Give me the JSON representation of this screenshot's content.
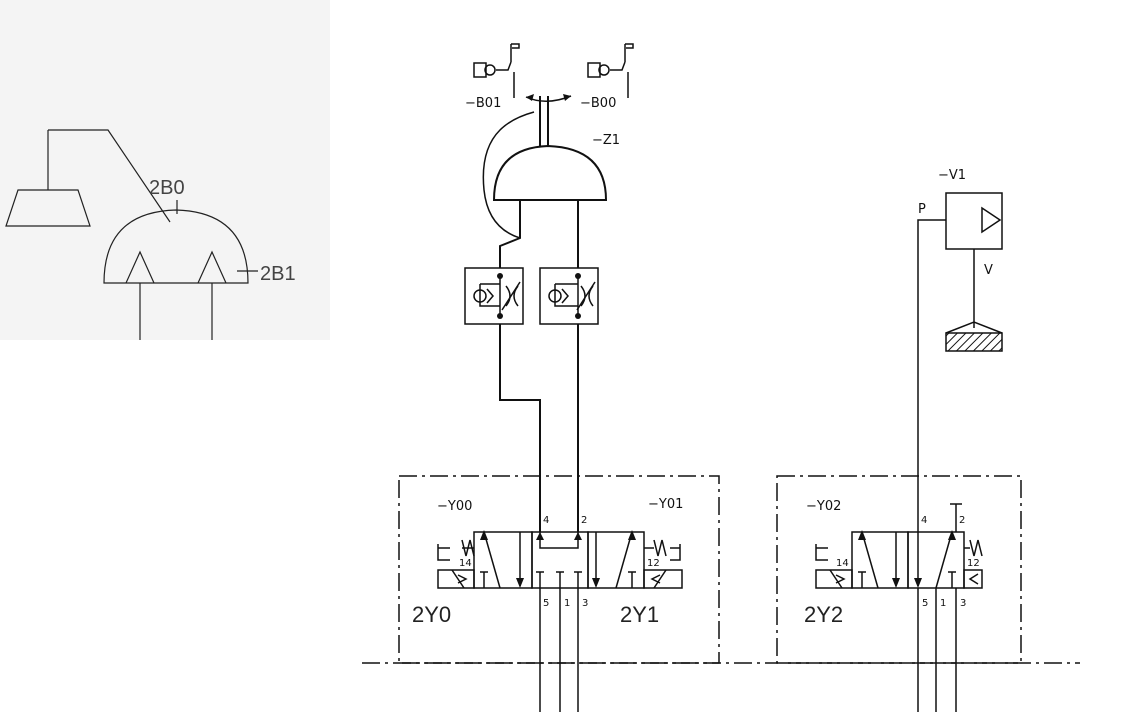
{
  "inset": {
    "sensor_head_label": "2B0",
    "sensor_label": "2B1"
  },
  "sensors": {
    "left_label": "−B01",
    "right_label": "−B00"
  },
  "actuator": {
    "label": "−Z1"
  },
  "vacuum": {
    "label": "−V1",
    "port_p": "P",
    "port_v": "V"
  },
  "valve_a": {
    "left_solenoid_tag": "−Y00",
    "right_solenoid_tag": "−Y01",
    "left_coil_name": "2Y0",
    "right_coil_name": "2Y1",
    "port_4": "4",
    "port_2": "2",
    "port_5": "5",
    "port_1": "1",
    "port_3": "3",
    "pilot_14": "14",
    "pilot_12": "12"
  },
  "valve_b": {
    "solenoid_tag": "−Y02",
    "coil_name": "2Y2",
    "port_4": "4",
    "port_2": "2",
    "port_5": "5",
    "port_1": "1",
    "port_3": "3",
    "pilot_14": "14",
    "pilot_12": "12"
  },
  "icons": {
    "flow_control": "throttle-check-valve-icon",
    "limit_switch": "roller-limit-switch-icon",
    "vacuum_generator": "vacuum-ejector-icon",
    "suction_cup": "suction-cup-icon"
  }
}
